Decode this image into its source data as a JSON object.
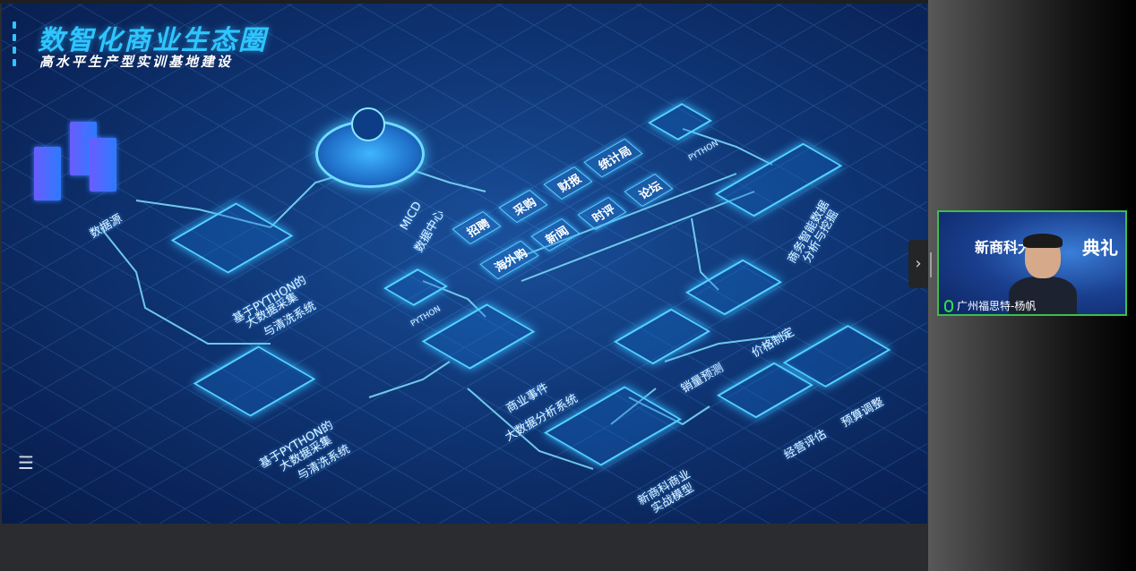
{
  "slide": {
    "title": "数智化商业生态圈",
    "subtitle": "高水平生产型实训基地建设",
    "labels": {
      "database": "数据源",
      "micd": "MICD",
      "data_center": "数据中心",
      "python1": "PYTHON",
      "python2": "PYTHON",
      "bi_line1": "商务智能数据",
      "bi_line2": "分析与挖掘",
      "collect1_line1": "基于PYTHON的",
      "collect1_line2": "大数据采集",
      "collect1_line3": "与清洗系统",
      "collect2_line1": "基于PYTHON的",
      "collect2_line2": "大数据采集",
      "collect2_line3": "与清洗系统",
      "event_line1": "商业事件",
      "event_line2": "大数据分析系统",
      "price": "价格制定",
      "sales": "销量预测",
      "budget": "预算调整",
      "operation": "经营评估",
      "model_line1": "新商科商业",
      "model_line2": "实战模型"
    },
    "tiles": [
      "招聘",
      "采购",
      "财报",
      "统计局",
      "海外购",
      "新闻",
      "时评",
      "论坛"
    ]
  },
  "controls": {
    "menu_icon": "list-menu-icon",
    "expand_icon": "chevron-right-icon"
  },
  "video": {
    "banner_left": "新商科大",
    "banner_right": "典礼",
    "participant_name": "广州福思特-杨帆",
    "mic_icon": "microphone-icon"
  },
  "colors": {
    "accent": "#2ec5ff",
    "speaker_border": "#3bbf4a",
    "mic": "#2fdc4a"
  }
}
